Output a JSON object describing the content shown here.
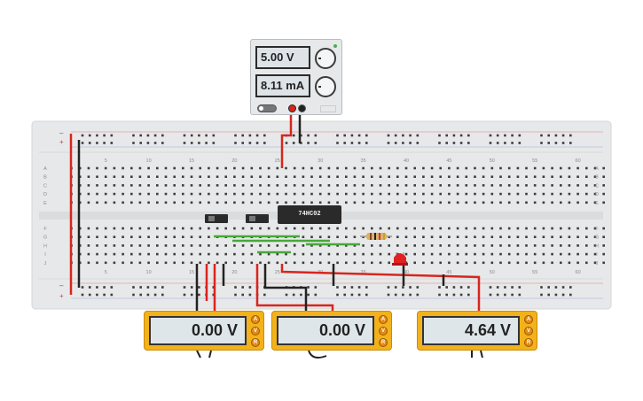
{
  "power_supply": {
    "voltage_display": "5.00 V",
    "current_display": "8.11 mA"
  },
  "breadboard": {
    "column_numbers": [
      "5",
      "10",
      "15",
      "20",
      "25",
      "30",
      "35",
      "40",
      "45",
      "50",
      "55",
      "60"
    ],
    "row_letters_top": [
      "A",
      "B",
      "C",
      "D",
      "E"
    ],
    "row_letters_bottom": [
      "F",
      "G",
      "H",
      "I",
      "J"
    ],
    "rail_plus": "+",
    "rail_minus": "–"
  },
  "chip": {
    "label": "74HC02"
  },
  "multimeters": [
    {
      "reading": "0.00 V",
      "btn_a": "A",
      "btn_v": "V",
      "btn_r": "R"
    },
    {
      "reading": "0.00 V",
      "btn_a": "A",
      "btn_v": "V",
      "btn_r": "R"
    },
    {
      "reading": "4.64 V",
      "btn_a": "A",
      "btn_v": "V",
      "btn_r": "R"
    }
  ],
  "colors": {
    "wire_red": "#d7261e",
    "wire_black": "#222222",
    "wire_green": "#47a83a",
    "led_red": "#e02121",
    "meter_body": "#f3b21b",
    "board": "#e7e8e9"
  }
}
